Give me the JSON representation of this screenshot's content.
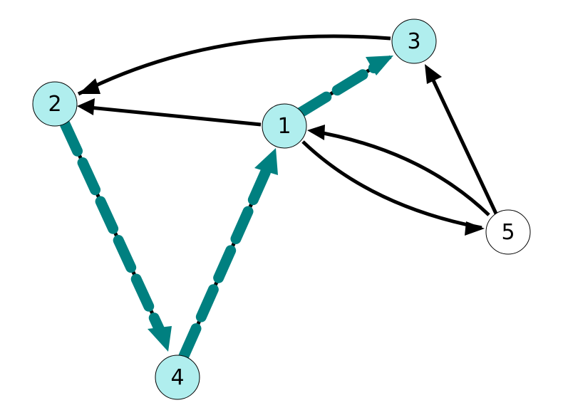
{
  "colors": {
    "background": "#ffffff",
    "edge": "#000000",
    "highlight_edge": "#008080",
    "highlight_node": "#b0eeee",
    "plain_node": "#ffffff",
    "node_border": "#000000"
  },
  "nodes": [
    {
      "id": "1",
      "label": "1",
      "highlighted": true
    },
    {
      "id": "2",
      "label": "2",
      "highlighted": true
    },
    {
      "id": "3",
      "label": "3",
      "highlighted": true
    },
    {
      "id": "4",
      "label": "4",
      "highlighted": true
    },
    {
      "id": "5",
      "label": "5",
      "highlighted": false
    }
  ],
  "edges": [
    {
      "from": "3",
      "to": "2",
      "highlighted": false
    },
    {
      "from": "1",
      "to": "2",
      "highlighted": false
    },
    {
      "from": "1",
      "to": "5",
      "highlighted": false
    },
    {
      "from": "5",
      "to": "1",
      "highlighted": false
    },
    {
      "from": "5",
      "to": "3",
      "highlighted": false
    },
    {
      "from": "2",
      "to": "4",
      "highlighted": true
    },
    {
      "from": "4",
      "to": "1",
      "highlighted": true
    },
    {
      "from": "1",
      "to": "3",
      "highlighted": true
    }
  ]
}
